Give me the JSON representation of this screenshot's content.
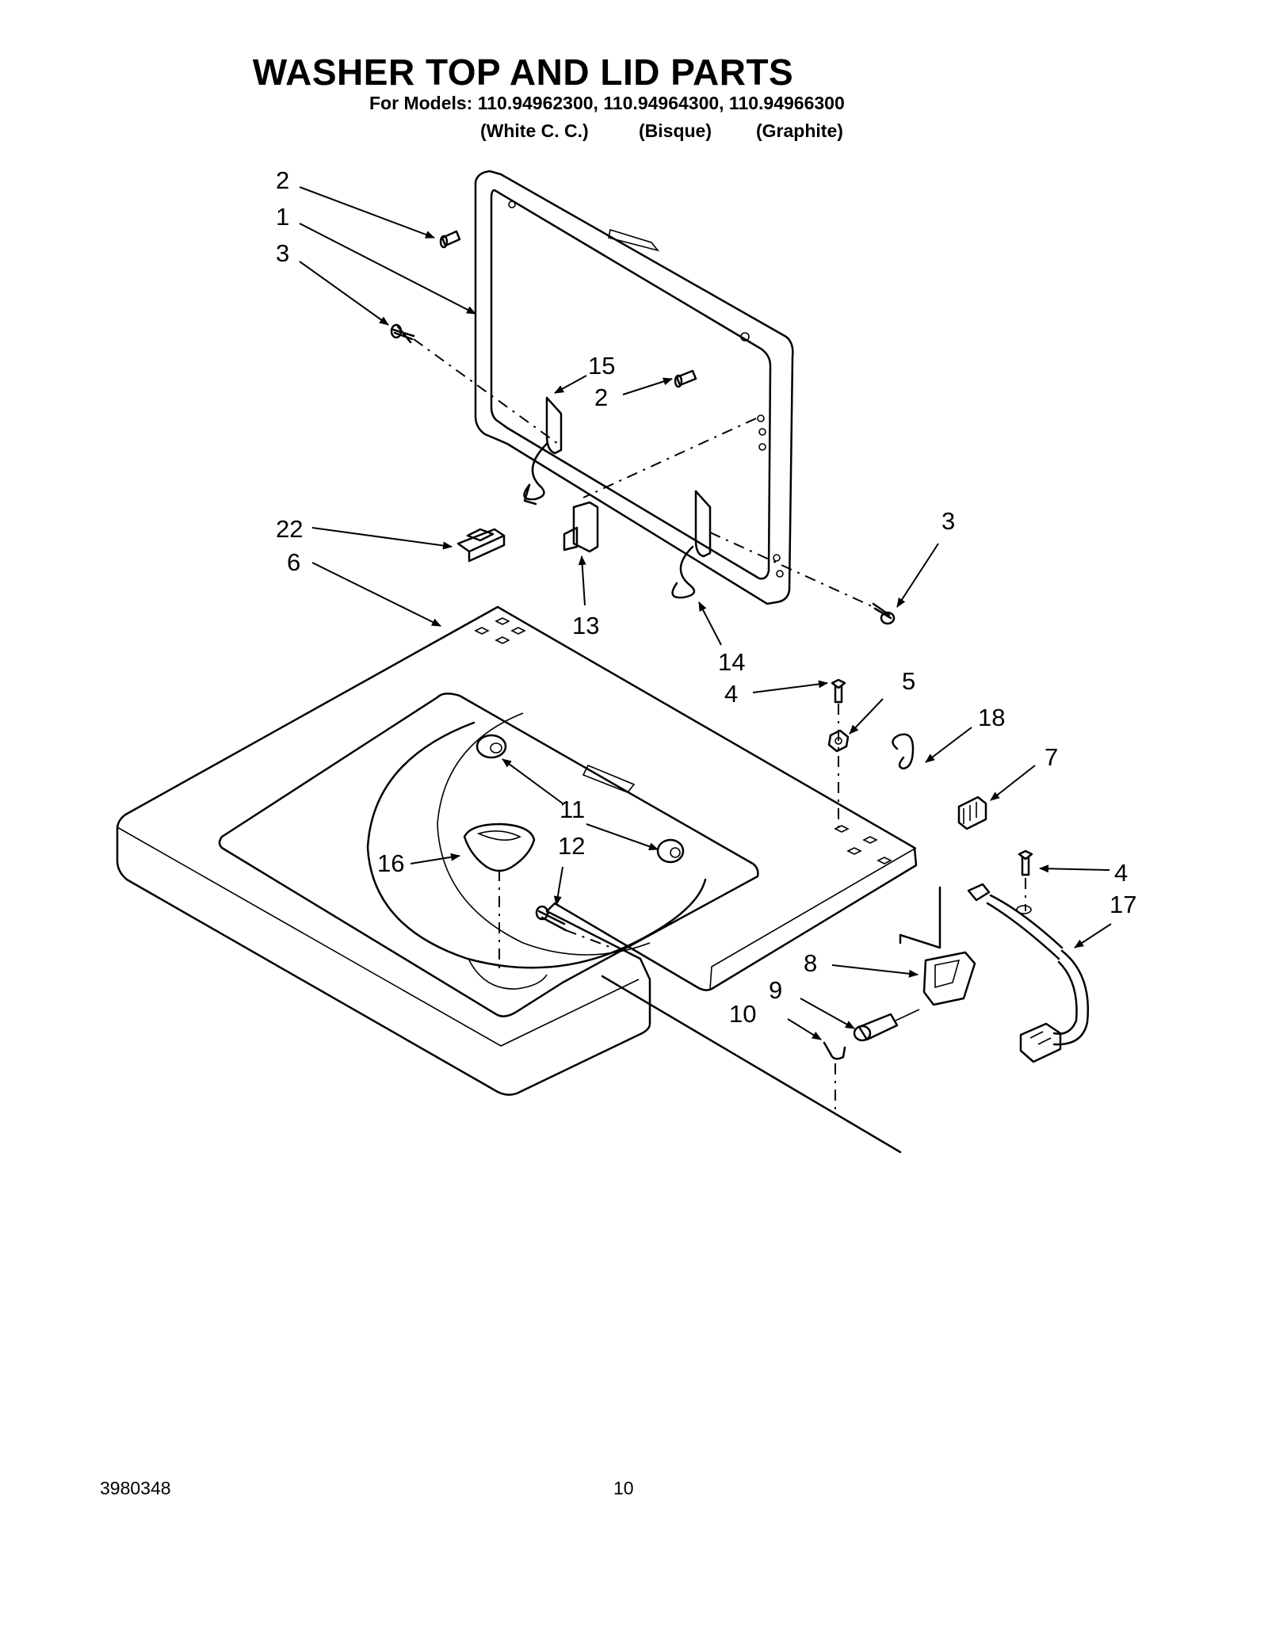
{
  "page": {
    "title": "WASHER TOP AND LID PARTS",
    "models_line": "For Models: 110.94962300, 110.94964300, 110.94966300",
    "color_variants": [
      "(White C. C.)",
      "(Bisque)",
      "(Graphite)"
    ]
  },
  "diagram": {
    "callouts": [
      "2",
      "1",
      "3",
      "15",
      "2",
      "22",
      "6",
      "13",
      "14",
      "3",
      "4",
      "5",
      "18",
      "7",
      "11",
      "12",
      "16",
      "4",
      "17",
      "8",
      "9",
      "10"
    ]
  },
  "footer": {
    "doc_number": "3980348",
    "page_number": "10"
  }
}
